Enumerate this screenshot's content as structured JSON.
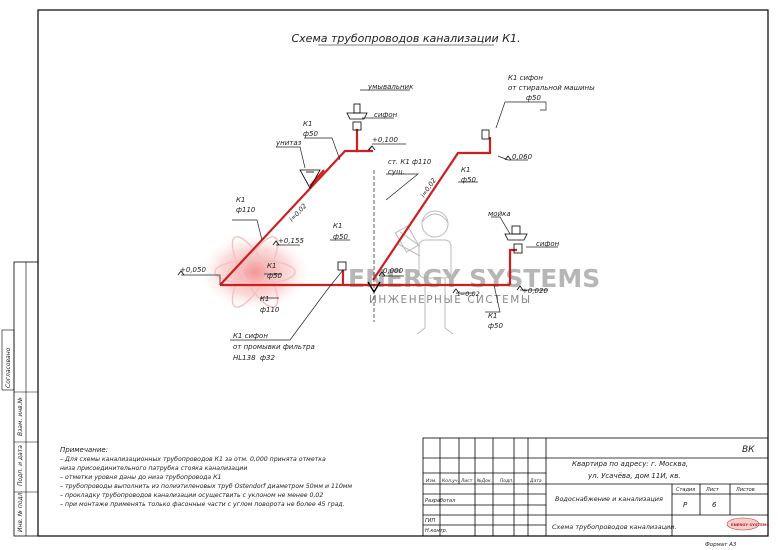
{
  "title": "Схема трубопроводов канализации К1.",
  "labels": {
    "washbasin": "умывальник",
    "siphon": "сифон",
    "k1": "К1",
    "d50": "ф50",
    "d110": "ф110",
    "d32": "ф32",
    "elev_0100": "+0,100",
    "toilet": "унитаз",
    "k1_wm_siphon_line1": "К1  сифон",
    "k1_wm_siphon_line2": "от стиральной машины",
    "elev_0060": "0,060",
    "stack_line1": "ст. К1 ф110",
    "stack_line2": "сущ.",
    "slope_002": "i=0,02",
    "elev_0155": "+0,155",
    "elev_0050": "+0,050",
    "elev_0000": "0,000",
    "sink": "мойка",
    "elev_0020": "+0,020",
    "filter_line1": "К1  сифон",
    "filter_line2": "от промывки фильтра",
    "filter_line3": "HL138"
  },
  "watermark": {
    "brand": "ENERGY SYSTEMS",
    "subtitle": "ИНЖЕНЕРНЫЕ СИСТЕМЫ"
  },
  "notes": {
    "heading": "Примечание:",
    "lines": [
      "– Для схемы канализационных трубопроводов К1 за отм. 0,000 принята отметка",
      "  низа присоединительного патрубка стояка канализации",
      "– отметки уровня даны до низа трубопровода К1",
      "– трубопроводы выполнить из полиэтиленовых труб Ostendorf диаметром 50мм и 110мм",
      "– прокладку трубопроводов канализации осуществить с уклоном не менее 0,02",
      "– при монтаже применять только фасонные части с углом поворота не более 45 град."
    ]
  },
  "side_stamps": [
    "Инв. № подл.",
    "Подп. и дата",
    "Взам. инв.№",
    "Согласовано"
  ],
  "title_block": {
    "code": "ВК",
    "col_headers": [
      "Изм.",
      "Кол.уч.",
      "Лист",
      "№Док.",
      "Подп.",
      "Дата"
    ],
    "roles": [
      "Разработал",
      "ГИП",
      "Н.контр."
    ],
    "address_line1": "Квартира по адресу:  г. Москва,",
    "address_line2": "ул. Усачёва, дом 11И, кв.",
    "section": "Водоснабжение и канализация",
    "sheet_title": "Схема трубопроводов канализации.",
    "stage_label": "Стадия",
    "sheet_label": "Лист",
    "sheets_label": "Листов",
    "stage_value": "Р",
    "sheet_value": "6",
    "format": "Формат   А3",
    "logo_text": "ENERGY SYSTEMS"
  }
}
